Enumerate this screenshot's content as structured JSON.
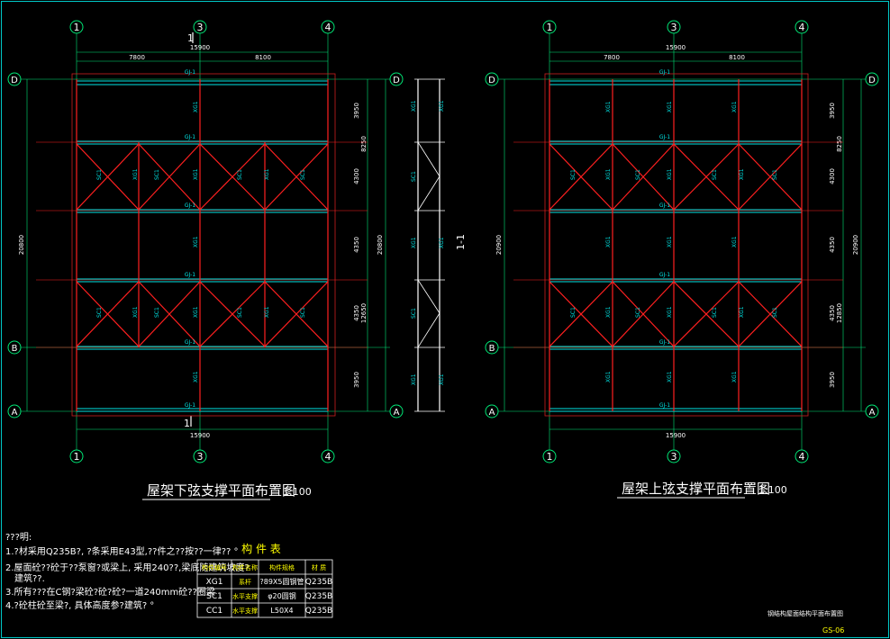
{
  "colors": {
    "background": "#000000",
    "frame": "#00c8c8",
    "beam": "#00e5e5",
    "brace": "#ff2020",
    "dimension": "#00e676",
    "axis_bubble": "#00e676",
    "text": "#ffffff",
    "yellow_text": "#ffff00"
  },
  "axes": {
    "col_1": "1",
    "col_3": "3",
    "col_4": "4",
    "row_D": "D",
    "row_B": "B",
    "row_A": "A"
  },
  "left_plan": {
    "title": "屋架下弦支撑平面布置图",
    "scale": "1:100",
    "section_mark_top": "1",
    "section_mark_bottom": "1",
    "dims_top_total": "15900",
    "dims_top_span1": "7800",
    "dims_top_span2": "8100",
    "dims_bottom_total": "15900",
    "dims_left_total": "20800",
    "dims_right": [
      "3950",
      "4300",
      "4350",
      "4350",
      "3950"
    ],
    "dims_right_sub": [
      "8250",
      "12650"
    ],
    "dims_right_total": "20800",
    "labels": {
      "gj": "GJ-1",
      "xg": "XG1",
      "sc": "SC1"
    }
  },
  "section_view": {
    "title": "1-1",
    "labels": {
      "xg": "XG1",
      "sc": "SC1"
    }
  },
  "right_plan": {
    "title": "屋架上弦支撑平面布置图",
    "scale": "1:100",
    "dims_top_total": "15900",
    "dims_top_span1": "7800",
    "dims_top_span2": "8100",
    "dims_bottom_total": "15900",
    "dims_left_total": "20900",
    "dims_right": [
      "3950",
      "4300",
      "4350",
      "4350",
      "3950"
    ],
    "dims_right_sub": [
      "8250",
      "12850"
    ],
    "dims_right_total": "20900"
  },
  "notes": {
    "header": "???明:",
    "line1": "1.?材采用Q235B?, ?条采用E43型,??件之??按??一律?? °",
    "line2": "2.屋面砼??砼于??泵窗?或梁上, 采用240??,梁底随建筑坡度?",
    "line2b": "建筑??.",
    "line3": "3.所有???在C钢?梁砼?砼?砼?一道240mm砼??圈梁",
    "line4": "4.?砼柱砼至梁?, 具体高度参?建筑? °"
  },
  "member_table": {
    "title": "构  件  表",
    "headers": [
      "构件编号",
      "构件名称",
      "构件规格",
      "材 质"
    ],
    "rows": [
      [
        "XG1",
        "系杆",
        "?89X5圆钢管",
        "Q235B"
      ],
      [
        "SC1",
        "水平支撑",
        "φ20圆钢",
        "Q235B"
      ],
      [
        "CC1",
        "水平支撑",
        "L50X4",
        "Q235B"
      ]
    ]
  },
  "title_block": {
    "drawing_name": "钢结构屋面结构平面布置图",
    "drawing_no": "GS-06"
  }
}
